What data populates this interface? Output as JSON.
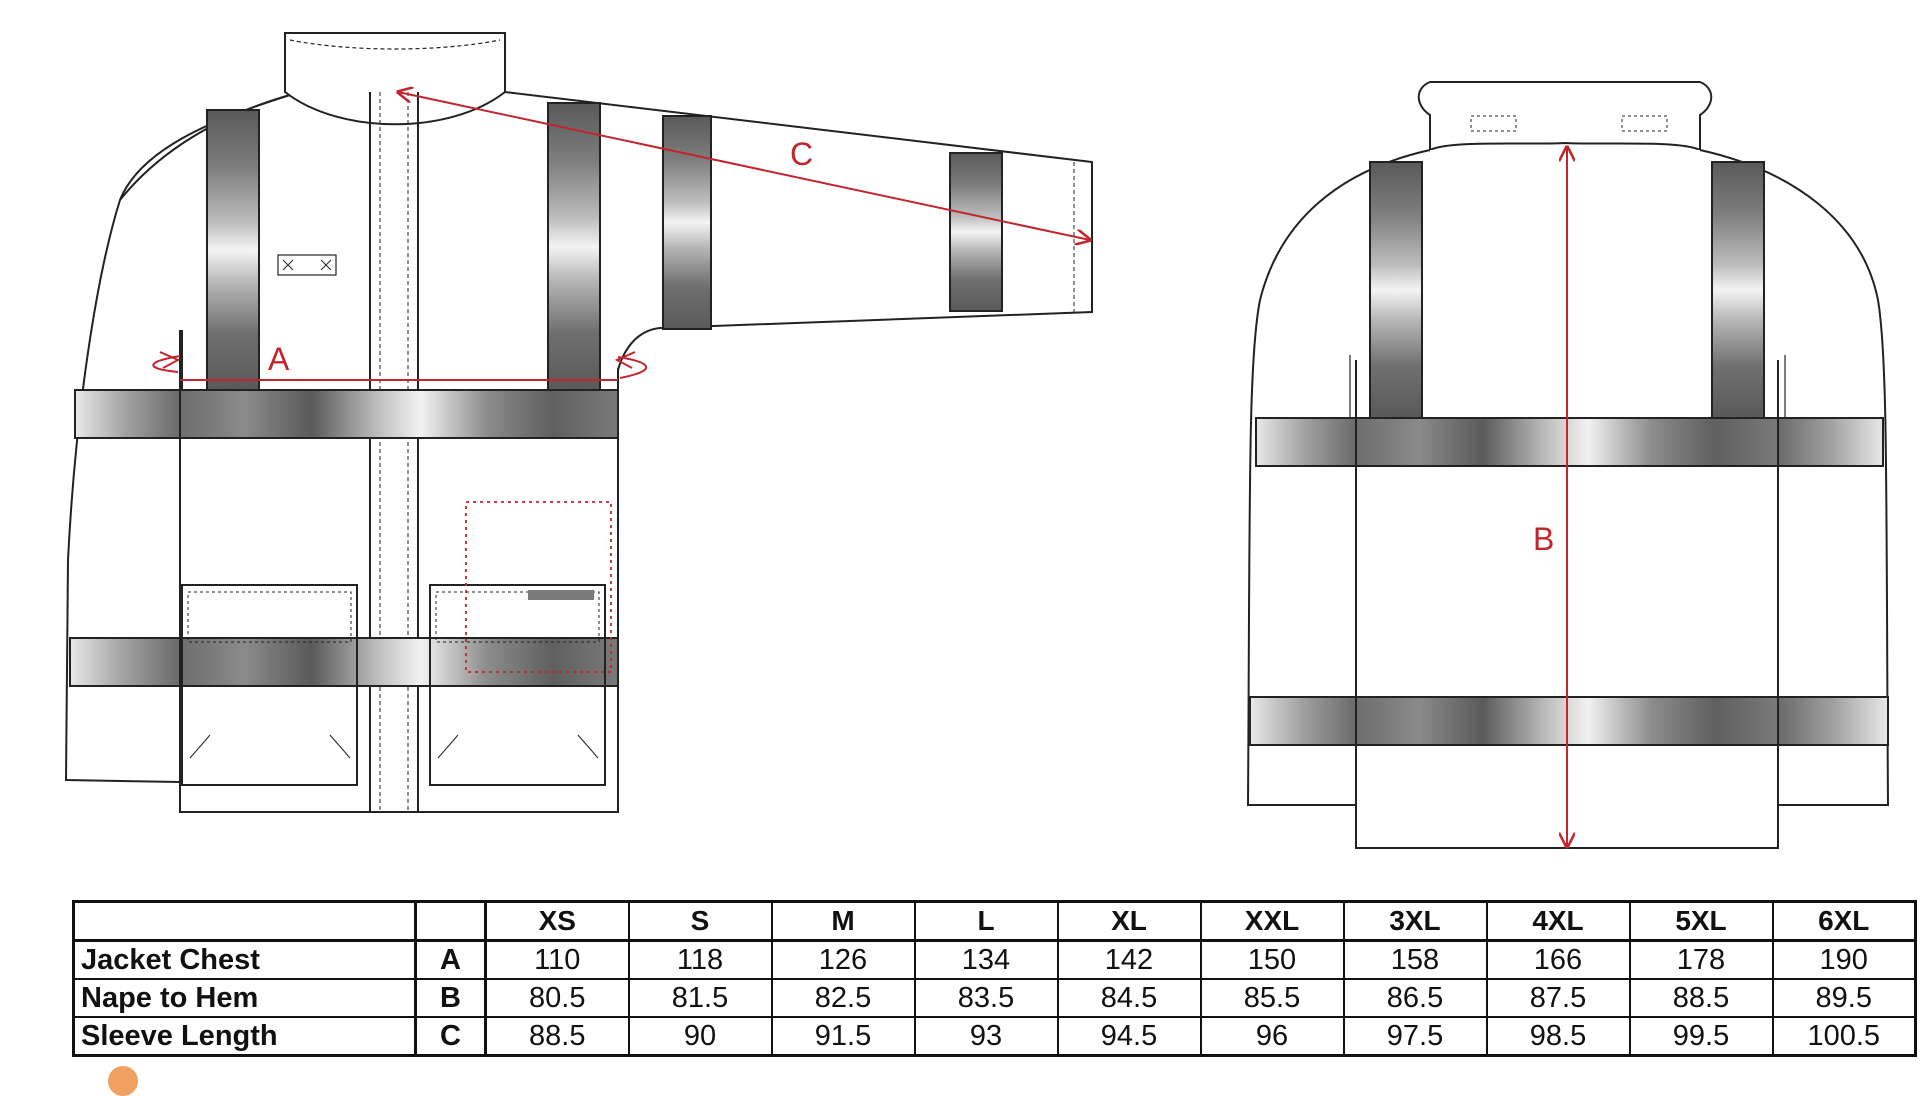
{
  "diagram": {
    "measure_labels": {
      "a": "A",
      "b": "B",
      "c": "C"
    },
    "measure_color": "#c0262c"
  },
  "size_table": {
    "sizes": [
      "XS",
      "S",
      "M",
      "L",
      "XL",
      "XXL",
      "3XL",
      "4XL",
      "5XL",
      "6XL"
    ],
    "rows": [
      {
        "name": "Jacket Chest",
        "code": "A",
        "values": [
          "110",
          "118",
          "126",
          "134",
          "142",
          "150",
          "158",
          "166",
          "178",
          "190"
        ]
      },
      {
        "name": "Nape to Hem",
        "code": "B",
        "values": [
          "80.5",
          "81.5",
          "82.5",
          "83.5",
          "84.5",
          "85.5",
          "86.5",
          "87.5",
          "88.5",
          "89.5"
        ]
      },
      {
        "name": "Sleeve Length",
        "code": "C",
        "values": [
          "88.5",
          "90",
          "91.5",
          "93",
          "94.5",
          "96",
          "97.5",
          "98.5",
          "99.5",
          "100.5"
        ]
      }
    ]
  }
}
